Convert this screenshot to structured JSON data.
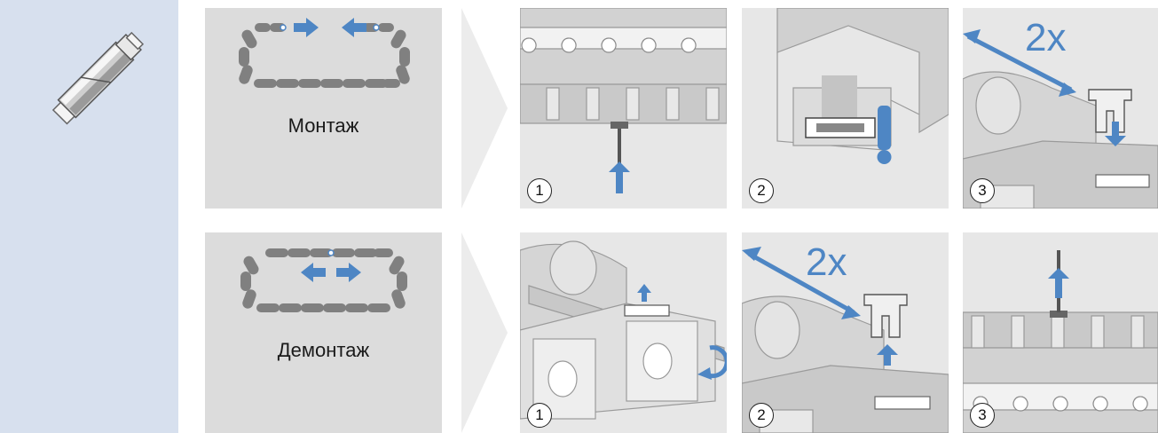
{
  "colors": {
    "sidebar": "#d7e0ee",
    "card": "#dcdcdc",
    "panel": "#e7e7e7",
    "accent_blue": "#4e86c4",
    "chain_gray": "#808080"
  },
  "sidebar": {
    "icon": "pin-connector-icon"
  },
  "rows": [
    {
      "title": "Монтаж",
      "icon": "chain-assembly-icon",
      "steps": [
        {
          "number": "1",
          "icon": "pin-insert-icon"
        },
        {
          "number": "2",
          "icon": "pin-caution-icon"
        },
        {
          "number": "3",
          "multiplier": "2x",
          "icon": "clip-insert-icon"
        }
      ]
    },
    {
      "title": "Демонтаж",
      "icon": "chain-disassembly-icon",
      "steps": [
        {
          "number": "1",
          "icon": "clip-release-icon"
        },
        {
          "number": "2",
          "multiplier": "2x",
          "icon": "clip-remove-icon"
        },
        {
          "number": "3",
          "icon": "pin-remove-icon"
        }
      ]
    }
  ]
}
